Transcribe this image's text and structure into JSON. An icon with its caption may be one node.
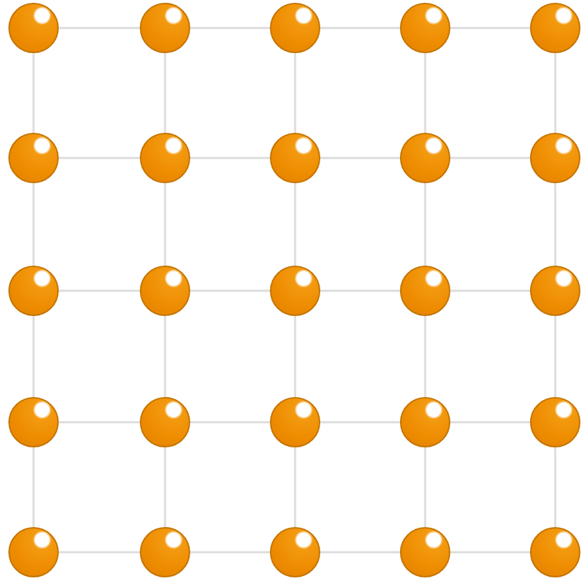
{
  "diagram": {
    "nodes": [
      {
        "text": [],
        "shape": "circle"
      },
      {
        "text": [],
        "shape": "circle"
      },
      {
        "text": [],
        "shape": "circle"
      },
      {
        "text": [],
        "shape": "circle"
      },
      {
        "text": [],
        "shape": "circle"
      },
      {
        "text": [],
        "shape": "circle"
      },
      {
        "text": [],
        "shape": "circle"
      },
      {
        "text": [],
        "shape": "circle"
      },
      {
        "text": [],
        "shape": "circle"
      },
      {
        "text": [],
        "shape": "circle"
      },
      {
        "text": [],
        "shape": "circle"
      },
      {
        "text": [],
        "shape": "circle"
      },
      {
        "text": [],
        "shape": "circle"
      },
      {
        "text": [],
        "shape": "circle"
      },
      {
        "text": [],
        "shape": "circle"
      },
      {
        "text": [],
        "shape": "circle"
      },
      {
        "text": [],
        "shape": "circle"
      },
      {
        "text": [],
        "shape": "circle"
      },
      {
        "text": [],
        "shape": "circle"
      },
      {
        "text": [],
        "shape": "circle"
      },
      {
        "text": [],
        "shape": "circle"
      },
      {
        "text": [],
        "shape": "circle"
      },
      {
        "text": [],
        "shape": "circle"
      },
      {
        "text": [],
        "shape": "circle"
      },
      {
        "text": [],
        "shape": "circle"
      }
    ],
    "edges": [
      {
        "from": 0,
        "to": 1,
        "arrow": "none"
      },
      {
        "from": 1,
        "to": 2,
        "arrow": "none"
      },
      {
        "from": 2,
        "to": 3,
        "arrow": "none"
      },
      {
        "from": 3,
        "to": 4,
        "arrow": "none"
      },
      {
        "from": 5,
        "to": 6,
        "arrow": "none"
      },
      {
        "from": 6,
        "to": 7,
        "arrow": "none"
      },
      {
        "from": 7,
        "to": 8,
        "arrow": "none"
      },
      {
        "from": 8,
        "to": 9,
        "arrow": "none"
      },
      {
        "from": 10,
        "to": 11,
        "arrow": "none"
      },
      {
        "from": 11,
        "to": 12,
        "arrow": "none"
      },
      {
        "from": 12,
        "to": 13,
        "arrow": "none"
      },
      {
        "from": 13,
        "to": 14,
        "arrow": "none"
      },
      {
        "from": 15,
        "to": 16,
        "arrow": "none"
      },
      {
        "from": 16,
        "to": 17,
        "arrow": "none"
      },
      {
        "from": 17,
        "to": 18,
        "arrow": "none"
      },
      {
        "from": 18,
        "to": 19,
        "arrow": "none"
      },
      {
        "from": 20,
        "to": 21,
        "arrow": "none"
      },
      {
        "from": 21,
        "to": 22,
        "arrow": "none"
      },
      {
        "from": 22,
        "to": 23,
        "arrow": "none"
      },
      {
        "from": 23,
        "to": 24,
        "arrow": "none"
      },
      {
        "from": 0,
        "to": 5,
        "arrow": "none"
      },
      {
        "from": 5,
        "to": 10,
        "arrow": "none"
      },
      {
        "from": 10,
        "to": 15,
        "arrow": "none"
      },
      {
        "from": 15,
        "to": 20,
        "arrow": "none"
      },
      {
        "from": 1,
        "to": 6,
        "arrow": "none"
      },
      {
        "from": 6,
        "to": 11,
        "arrow": "none"
      },
      {
        "from": 11,
        "to": 16,
        "arrow": "none"
      },
      {
        "from": 16,
        "to": 21,
        "arrow": "none"
      },
      {
        "from": 2,
        "to": 7,
        "arrow": "none"
      },
      {
        "from": 7,
        "to": 12,
        "arrow": "none"
      },
      {
        "from": 12,
        "to": 17,
        "arrow": "none"
      },
      {
        "from": 17,
        "to": 22,
        "arrow": "none"
      },
      {
        "from": 3,
        "to": 8,
        "arrow": "none"
      },
      {
        "from": 8,
        "to": 13,
        "arrow": "none"
      },
      {
        "from": 13,
        "to": 18,
        "arrow": "none"
      },
      {
        "from": 18,
        "to": 23,
        "arrow": "none"
      },
      {
        "from": 4,
        "to": 9,
        "arrow": "none"
      },
      {
        "from": 9,
        "to": 14,
        "arrow": "none"
      },
      {
        "from": 14,
        "to": 19,
        "arrow": "none"
      },
      {
        "from": 19,
        "to": 24,
        "arrow": "none"
      }
    ]
  }
}
